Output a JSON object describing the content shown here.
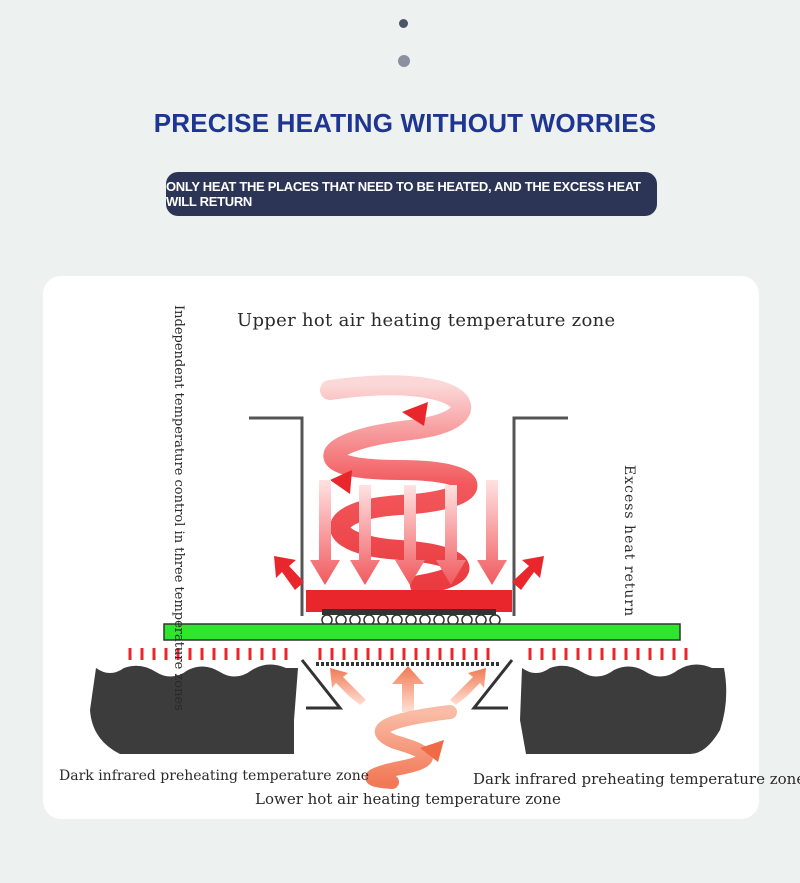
{
  "header": {
    "title": "PRECISE HEATING WITHOUT WORRIES",
    "subtitle": "ONLY HEAT THE PLACES THAT NEED TO BE HEATED, AND THE EXCESS HEAT WILL RETURN"
  },
  "diagram": {
    "upper_zone_label": "Upper hot air heating temperature zone",
    "lower_zone_label": "Lower hot air heating temperature zone",
    "left_preheat_label": "Dark infrared preheating temperature zone",
    "right_preheat_label": "Dark infrared preheating temperature zone",
    "left_vertical_label": "Independent temperature control in three temperature zones",
    "right_vertical_label": "Excess heat return"
  },
  "colors": {
    "title": "#1e3591",
    "pill_bg": "#2d3557",
    "board": "#2ee62e",
    "heat_red": "#e8262b",
    "heat_orange": "#f07a55",
    "preheater": "#3c3c3c"
  }
}
